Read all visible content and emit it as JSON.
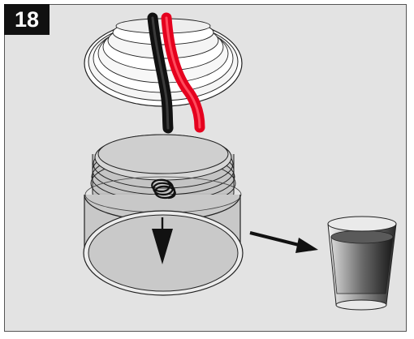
{
  "step": {
    "number": "18"
  },
  "colors": {
    "background": "#e3e3e3",
    "badge": "#111111",
    "wire_black": "#1a1a1a",
    "wire_red": "#e5001e",
    "liquid": "#3a3a3a"
  },
  "icons": [
    "drain-plug",
    "spiral-arrow",
    "pour-arrow",
    "glass-of-liquid",
    "socket-cap"
  ]
}
